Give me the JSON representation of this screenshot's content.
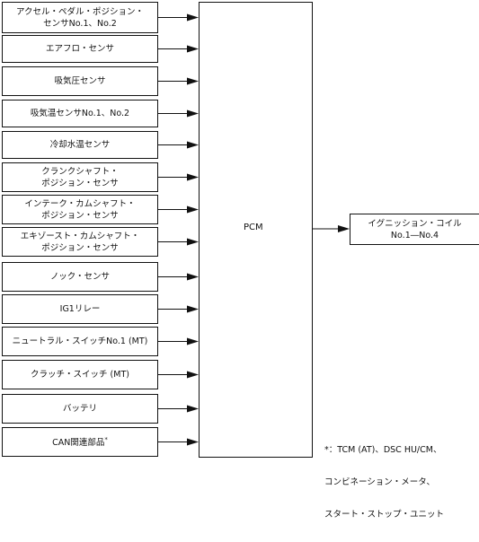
{
  "inputs": [
    {
      "line1": "アクセル・ペダル・ポジション・",
      "line2": "センサNo.1、No.2"
    },
    {
      "line1": "エアフロ・センサ",
      "line2": ""
    },
    {
      "line1": "吸気圧センサ",
      "line2": ""
    },
    {
      "line1": "吸気温センサNo.1、No.2",
      "line2": ""
    },
    {
      "line1": "冷却水温センサ",
      "line2": ""
    },
    {
      "line1": "クランクシャフト・",
      "line2": "ポジション・センサ"
    },
    {
      "line1": "インテーク・カムシャフト・",
      "line2": "ポジション・センサ"
    },
    {
      "line1": "エキゾースト・カムシャフト・",
      "line2": "ポジション・センサ"
    },
    {
      "line1": "ノック・センサ",
      "line2": ""
    },
    {
      "line1": "IG1リレー",
      "line2": ""
    },
    {
      "line1": "ニュートラル・スイッチNo.1 (MT)",
      "line2": ""
    },
    {
      "line1": "クラッチ・スイッチ (MT)",
      "line2": ""
    },
    {
      "line1": "バッテリ",
      "line2": ""
    },
    {
      "line1": "CAN関連部品",
      "line2": "",
      "sup": "*"
    }
  ],
  "pcm": {
    "label": "PCM"
  },
  "output": {
    "line1": "イグニッション・コイル",
    "line2": "No.1―No.4"
  },
  "note": {
    "line1": "*：TCM (AT)、DSC HU/CM、",
    "line2": "コンビネーション・メータ、",
    "line3": "スタート・ストップ・ユニット"
  }
}
